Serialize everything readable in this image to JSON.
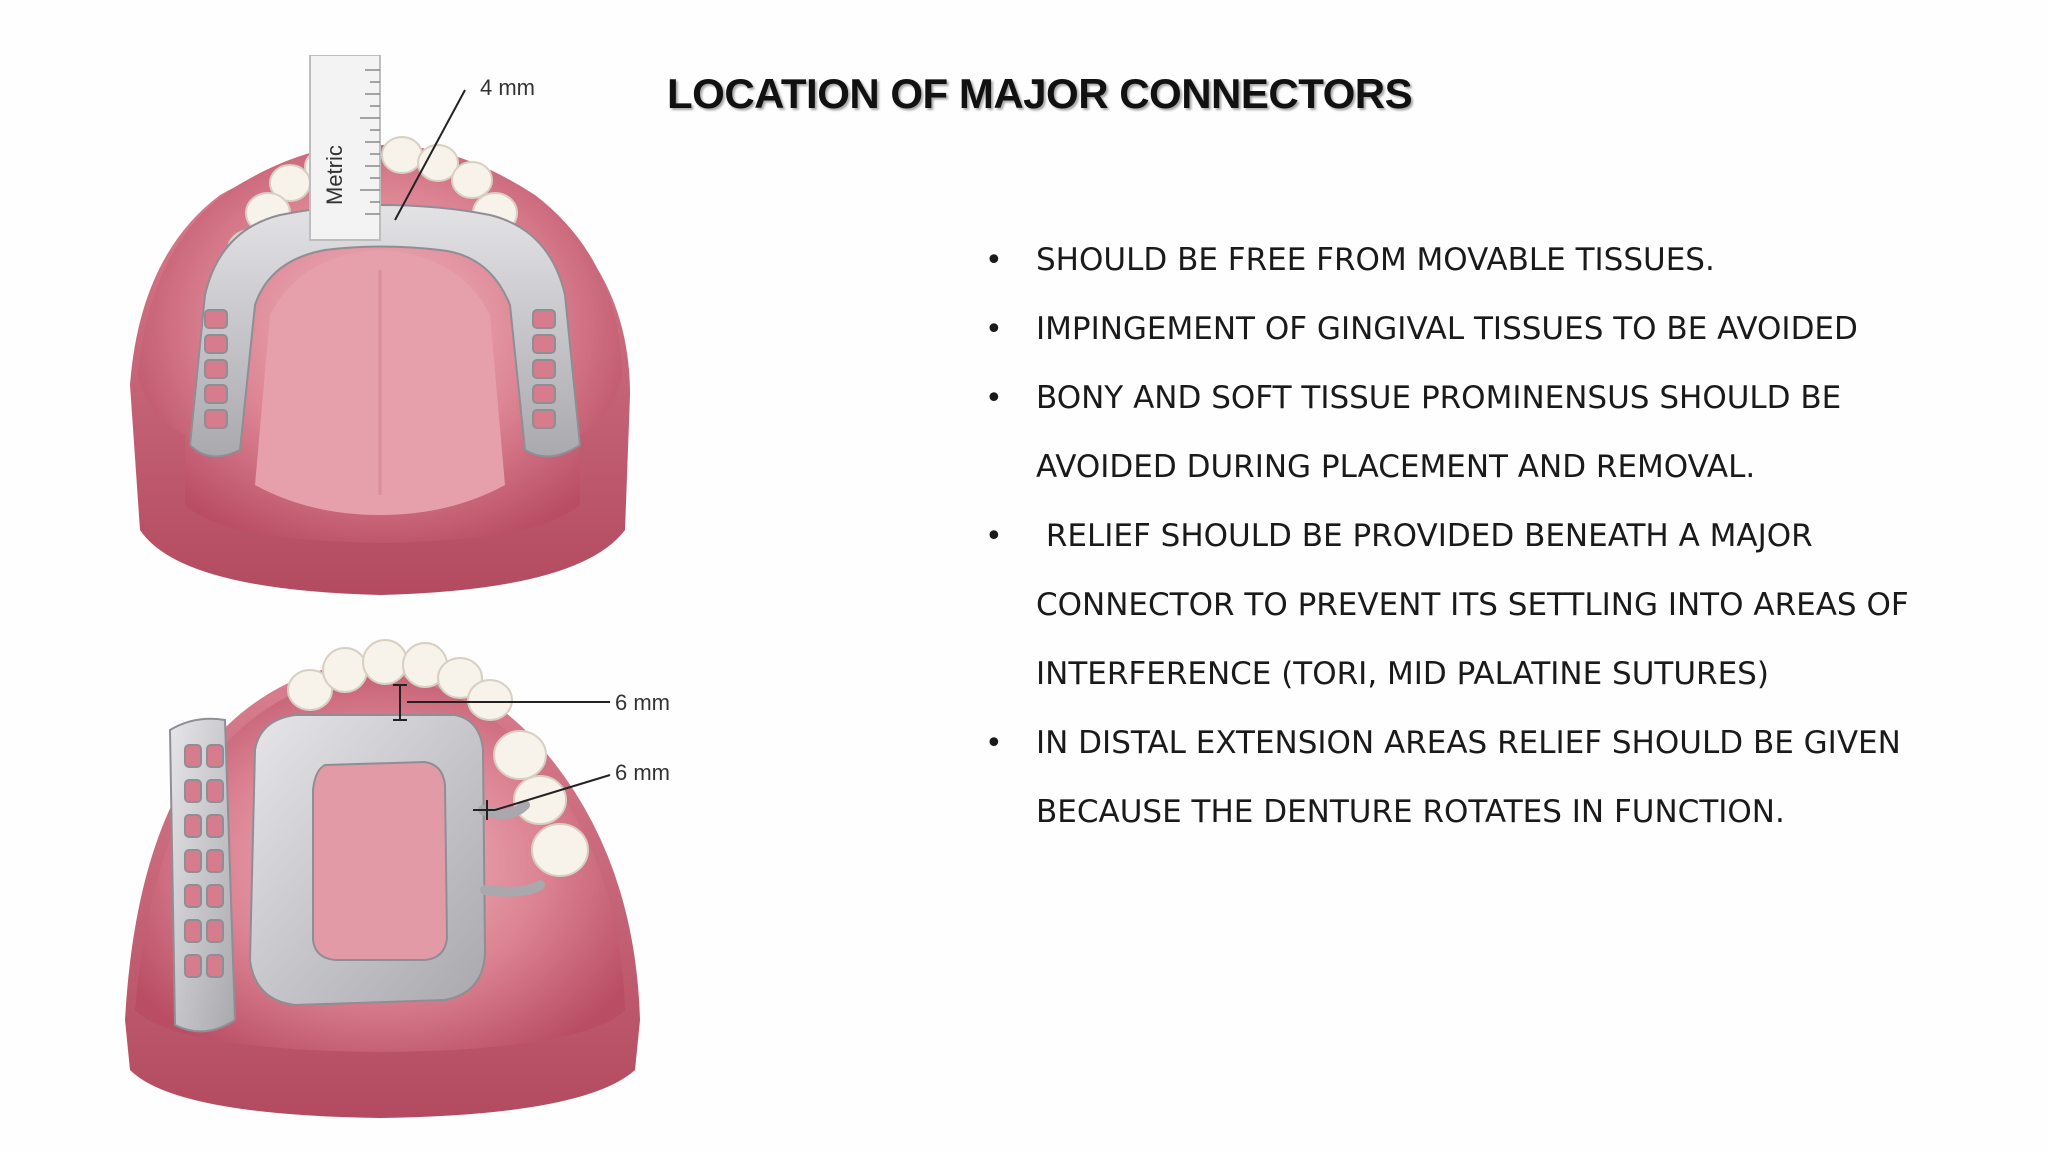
{
  "slide": {
    "title": "LOCATION OF MAJOR CONNECTORS",
    "bullets": [
      {
        "bullet": "•",
        "text": "SHOULD BE FREE FROM MOVABLE TISSUES."
      },
      {
        "bullet": "•",
        "text": "IMPINGEMENT OF GINGIVAL TISSUES TO BE AVOIDED"
      },
      {
        "bullet": "•",
        "text": "BONY AND SOFT TISSUE PROMINENSUS SHOULD BE"
      },
      {
        "bullet": "",
        "text": "AVOIDED DURING PLACEMENT AND REMOVAL."
      },
      {
        "bullet": "•",
        "text": " RELIEF SHOULD BE PROVIDED BENEATH A MAJOR"
      },
      {
        "bullet": "",
        "text": "CONNECTOR TO PREVENT ITS SETTLING INTO AREAS OF"
      },
      {
        "bullet": "",
        "text": "INTERFERENCE (TORI, MID PALATINE SUTURES)"
      },
      {
        "bullet": "•",
        "text": "IN DISTAL EXTENSION AREAS RELIEF SHOULD BE GIVEN"
      },
      {
        "bullet": "",
        "text": "BECAUSE THE DENTURE ROTATES IN FUNCTION."
      }
    ]
  },
  "figures": {
    "upper": {
      "ruler_label": "Metric",
      "measure_label": "4 mm"
    },
    "lower": {
      "measure_label_1": "6 mm",
      "measure_label_2": "6 mm"
    }
  },
  "colors": {
    "gum": "#c85a6e",
    "gum_light": "#e9a2ae",
    "metal": "#c9c9cd",
    "tooth": "#f6f1ea",
    "text": "#1a1a1a"
  }
}
